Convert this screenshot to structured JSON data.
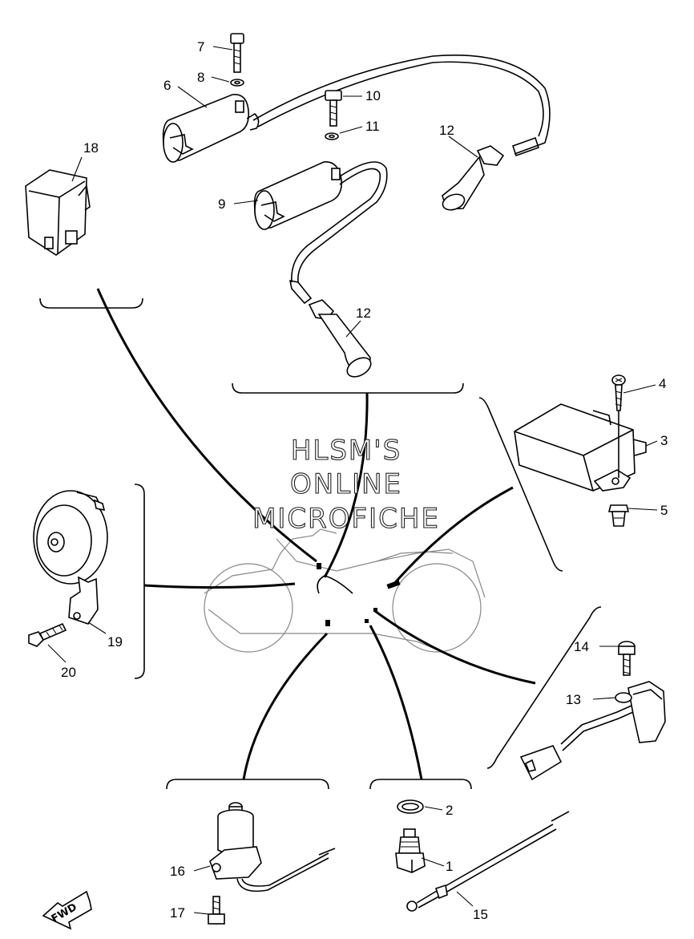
{
  "watermark": {
    "line1": "HLSM'S",
    "line2": "ONLINE",
    "line3": "MICROFICHE"
  },
  "direction_indicator": "FWD",
  "callouts": [
    "1",
    "2",
    "3",
    "4",
    "5",
    "6",
    "7",
    "8",
    "9",
    "10",
    "11",
    "12",
    "12",
    "13",
    "14",
    "15",
    "16",
    "17",
    "18",
    "19",
    "20"
  ]
}
